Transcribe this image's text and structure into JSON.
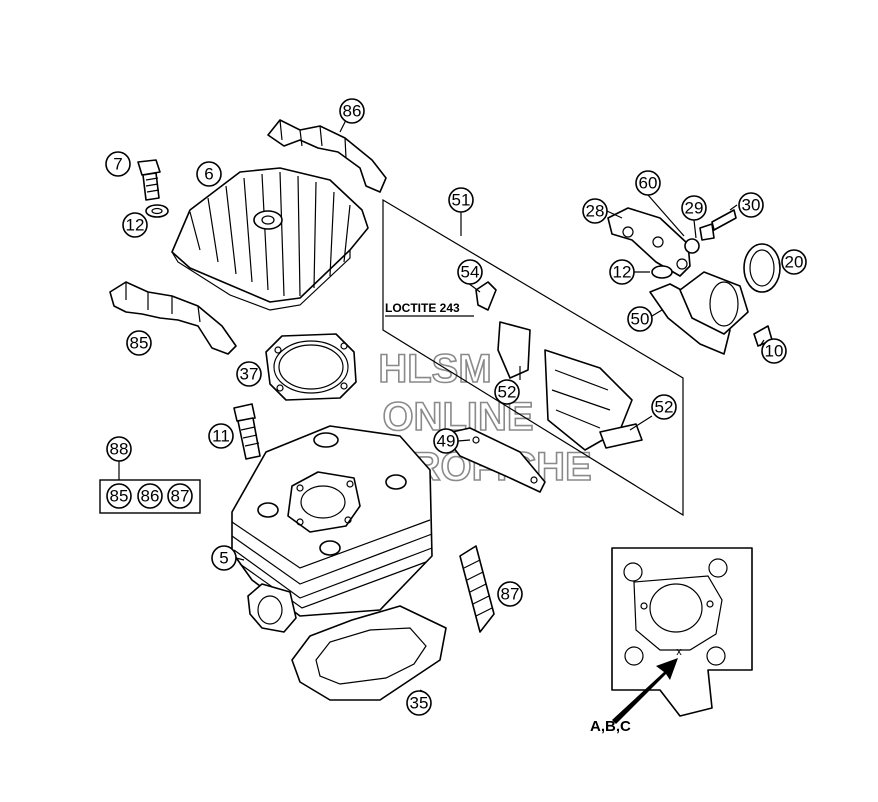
{
  "watermark": {
    "line1": "HLSM",
    "line2": "ONLINE",
    "line3": "MICROFICHE"
  },
  "notes": {
    "loctite": "LOCTITE 243",
    "abc": "A,B,C"
  },
  "callouts": {
    "c86": "86",
    "c7": "7",
    "c6": "6",
    "c12a": "12",
    "c85": "85",
    "c51": "51",
    "c60": "60",
    "c28": "28",
    "c29": "29",
    "c30": "30",
    "c20": "20",
    "c12b": "12",
    "c54": "54",
    "c50": "50",
    "c10": "10",
    "c37": "37",
    "c52a": "52",
    "c52b": "52",
    "c11": "11",
    "c49": "49",
    "c88": "88",
    "c85k": "85",
    "c86k": "86",
    "c87k": "87",
    "c5": "5",
    "c87": "87",
    "c35": "35"
  },
  "icons": {
    "cylinder_detail_mark": "x"
  }
}
